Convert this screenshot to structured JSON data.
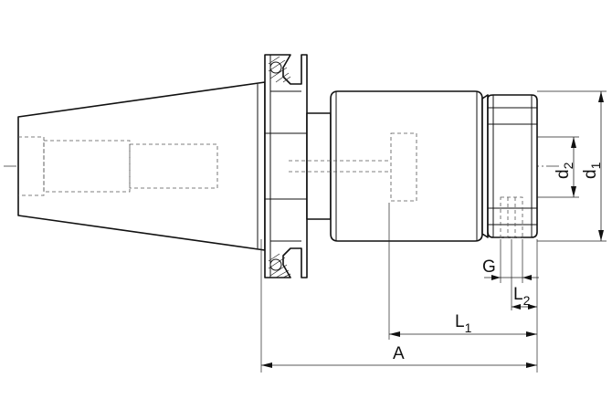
{
  "labels": {
    "A": {
      "main": "A",
      "sub": ""
    },
    "L1": {
      "main": "L",
      "sub": "1"
    },
    "L2": {
      "main": "L",
      "sub": "2"
    },
    "G": {
      "main": "G",
      "sub": ""
    },
    "d1": {
      "main": "d",
      "sub": "1"
    },
    "d2": {
      "main": "d",
      "sub": "2"
    }
  }
}
